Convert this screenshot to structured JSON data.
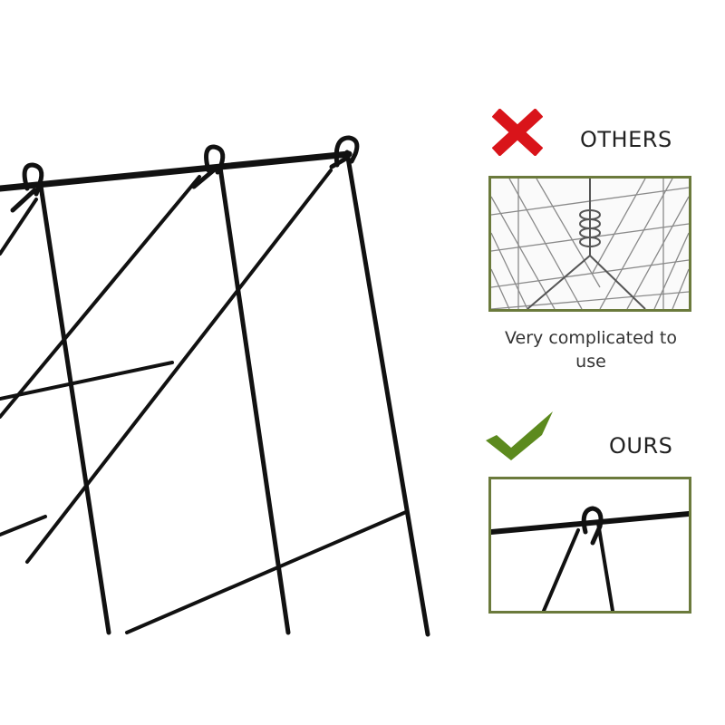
{
  "comparison": {
    "others": {
      "label": "OTHERS",
      "icon": "x-icon",
      "icon_color": "#d9141a",
      "caption": "Very complicated to use"
    },
    "ours": {
      "label": "OURS",
      "icon": "checkmark-icon",
      "icon_color": "#5c8a1e"
    },
    "panel_border_color": "#6b7a3c"
  }
}
